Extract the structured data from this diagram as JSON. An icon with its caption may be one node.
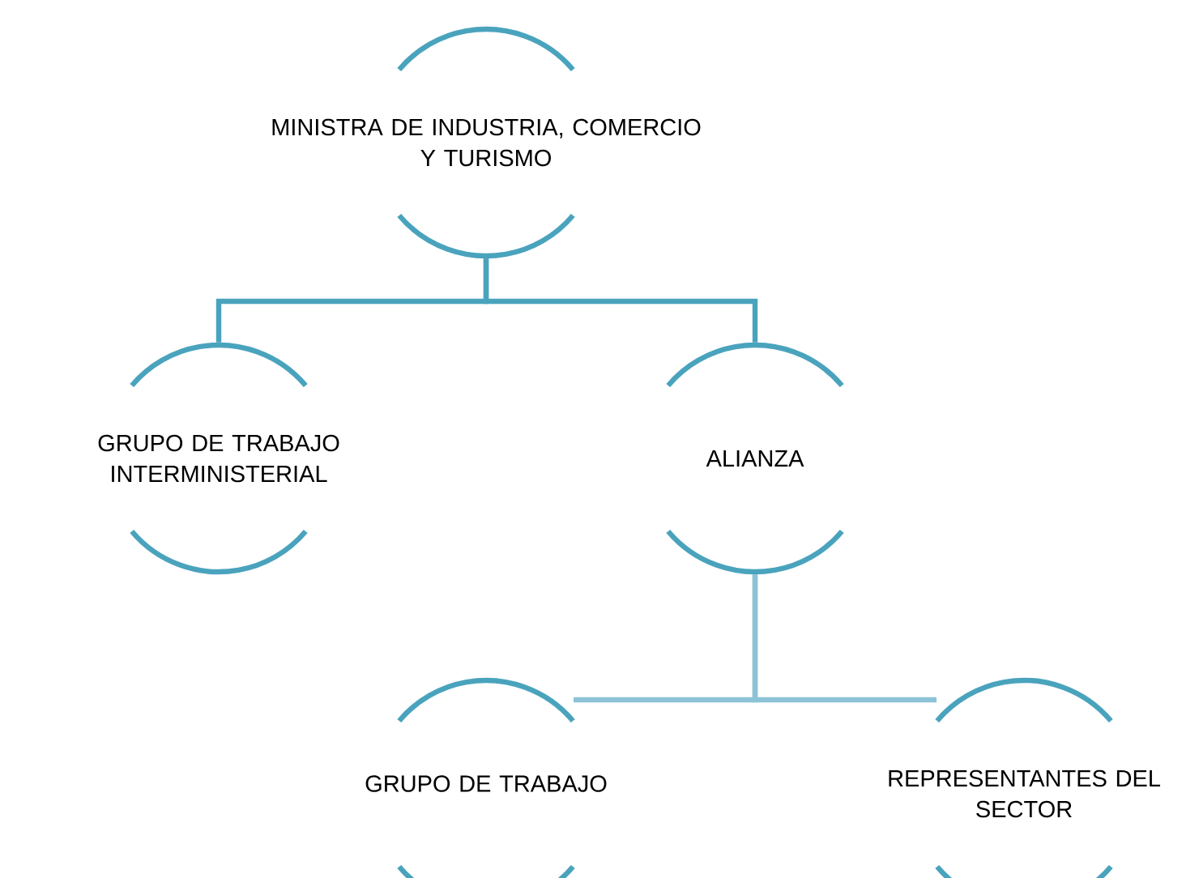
{
  "diagram": {
    "nodes": [
      {
        "text": [
          "MINISTRA DE  INDUSTRIA, COMERCIO Y TURISMO"
        ]
      },
      {
        "text": [
          "GRUPO DE TRABAJO INTERMINISTERIAL"
        ]
      },
      {
        "text": [
          "ALIANZA"
        ]
      },
      {
        "text": [
          "GRUPO DE TRABAJO"
        ]
      },
      {
        "text": [
          "REPRESENTANTES DEL SECTOR"
        ]
      }
    ],
    "edges": [
      {
        "from": 0,
        "to": 1,
        "arrow": "none"
      },
      {
        "from": 0,
        "to": 2,
        "arrow": "none"
      },
      {
        "from": 2,
        "to": 3,
        "arrow": "none",
        "color": "#8cc3d6"
      },
      {
        "from": 2,
        "to": 4,
        "arrow": "none",
        "color": "#8cc3d6"
      }
    ]
  }
}
